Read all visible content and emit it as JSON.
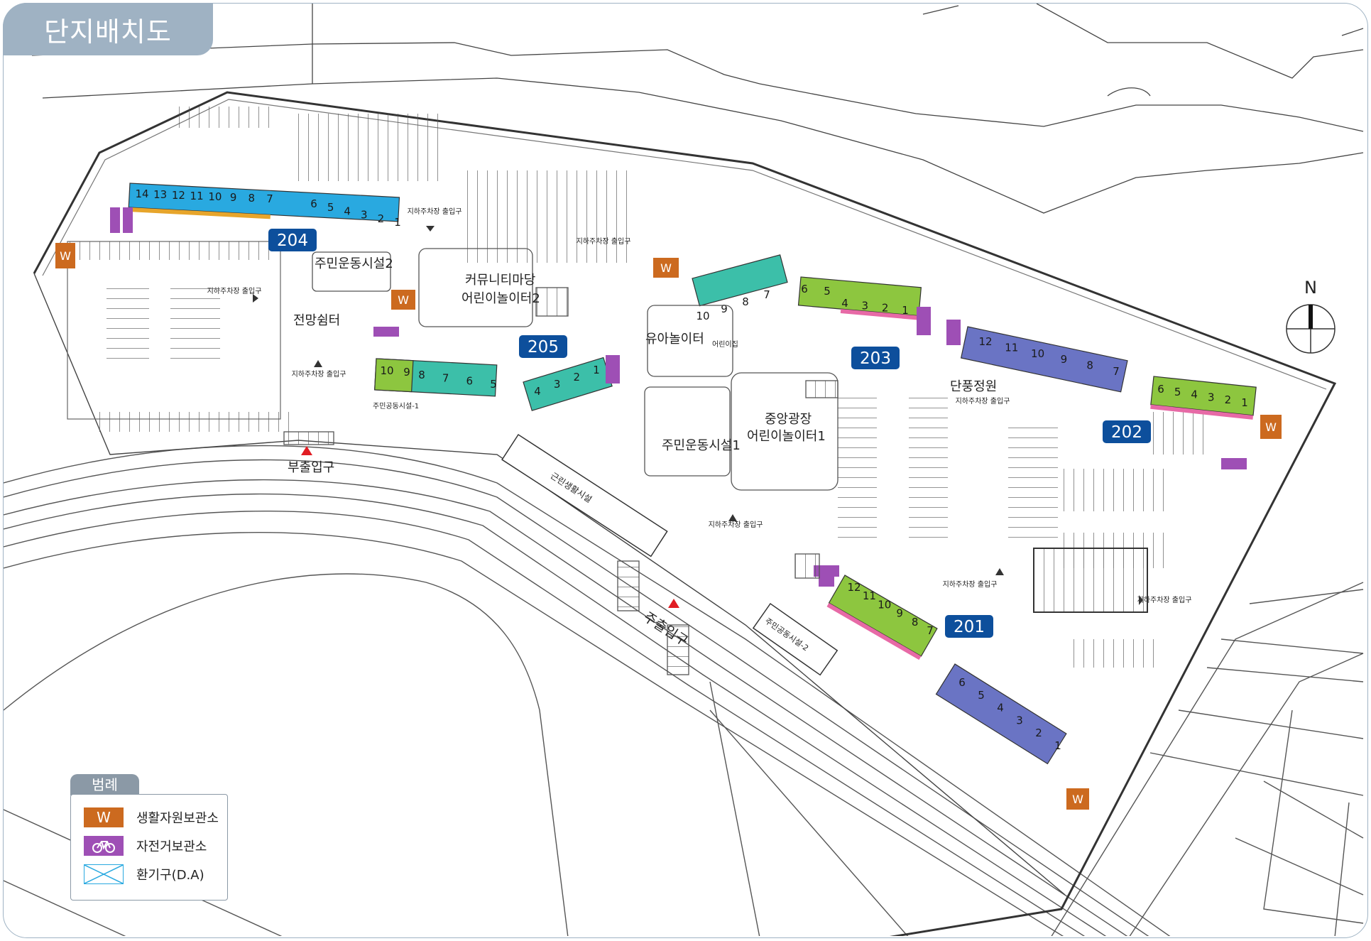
{
  "title": "단지배치도",
  "compass": {
    "label": "N"
  },
  "buildings": [
    {
      "id": "201",
      "label": "201",
      "units": [
        "12",
        "11",
        "10",
        "9",
        "8",
        "7",
        "6",
        "5",
        "4",
        "3",
        "2",
        "1"
      ]
    },
    {
      "id": "202",
      "label": "202",
      "units": [
        "12",
        "11",
        "10",
        "9",
        "8",
        "7",
        "6",
        "5",
        "4",
        "3",
        "2",
        "1"
      ]
    },
    {
      "id": "203",
      "label": "203",
      "units": [
        "10",
        "9",
        "8",
        "7",
        "6",
        "5",
        "4",
        "3",
        "2",
        "1"
      ]
    },
    {
      "id": "204",
      "label": "204",
      "units": [
        "14",
        "13",
        "12",
        "11",
        "10",
        "9",
        "8",
        "7",
        "6",
        "5",
        "4",
        "3",
        "2",
        "1"
      ]
    },
    {
      "id": "205",
      "label": "205",
      "units": [
        "10",
        "9",
        "8",
        "7",
        "6",
        "5",
        "4",
        "3",
        "2",
        "1"
      ]
    }
  ],
  "places": {
    "sub_entrance": "부출입구",
    "main_entrance": "주출입구",
    "community_yard": "커뮤니티마당",
    "playground2": "어린이놀이터2",
    "playground1": "어린이놀이터1",
    "central_plaza": "중앙광장",
    "fitness2": "주민운동시설2",
    "fitness1": "주민운동시설1",
    "view_rest": "전망쉼터",
    "toddler_play": "유아놀이터",
    "garden": "단풍정원",
    "neighborhood": "근린생활시설",
    "community_facility1": "주민공동시설-1",
    "community_facility2": "주민공동시설-2",
    "daycare": "어린이집",
    "parking_entrance": "지하주차장 출입구"
  },
  "legend": {
    "title": "범례",
    "items": [
      {
        "symbol": "W",
        "label": "생활자원보관소"
      },
      {
        "symbol": "bike",
        "label": "자전거보관소"
      },
      {
        "symbol": "vent",
        "label": "환기구(D.A)"
      }
    ]
  },
  "colors": {
    "blue_unit": "#29a9e0",
    "teal_unit": "#3cbfa9",
    "green_unit": "#8dc63f",
    "purple_unit": "#6a74c4",
    "pink_strip": "#e76aa6",
    "orange_w": "#cc6a1f",
    "bike_purple": "#9e4fb5",
    "badge_navy": "#0d4f9c",
    "title_tab": "#9fb2c3"
  }
}
